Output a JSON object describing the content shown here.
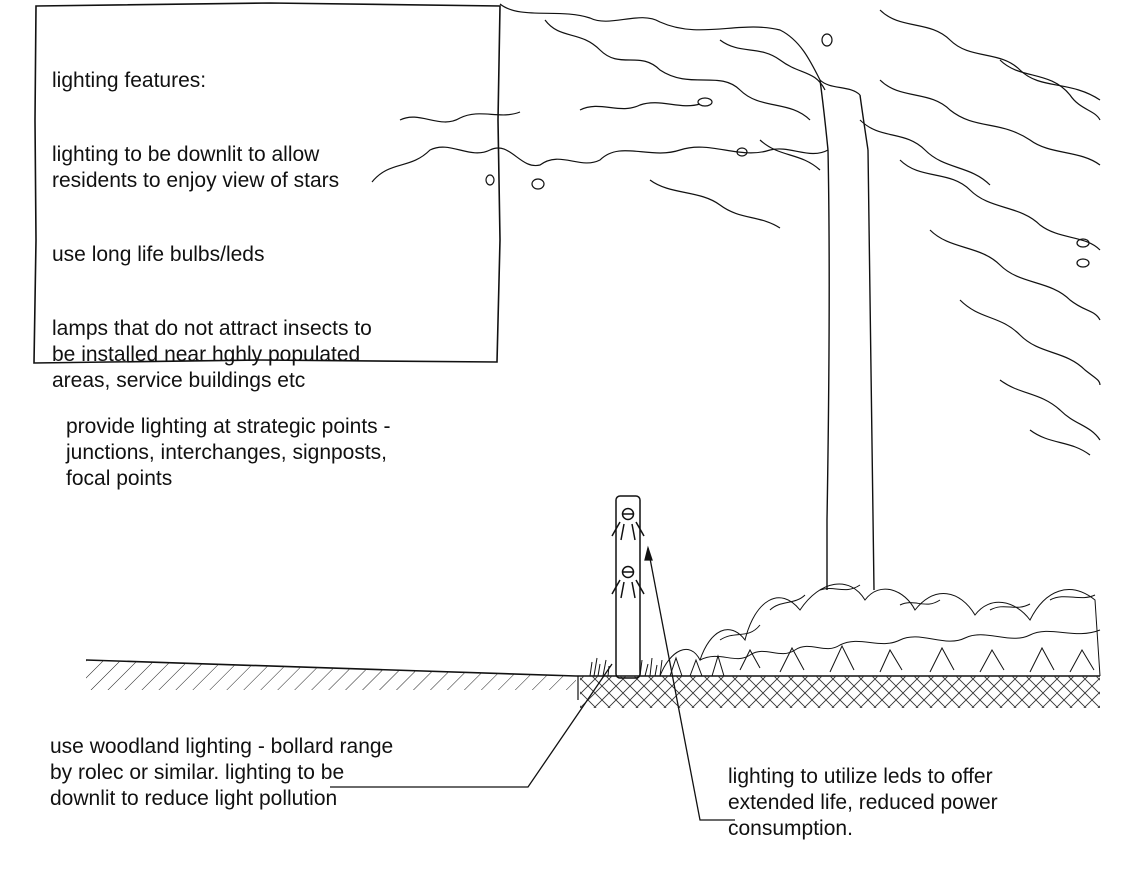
{
  "box": {
    "heading": "lighting features:",
    "point1": "lighting to be downlit to allow\nresidents to enjoy view of stars",
    "point2": "use long life bulbs/leds",
    "point3": "lamps that do not attract insects to\nbe installed near hghly populated\nareas, service buildings etc"
  },
  "strategic_note": "provide lighting at strategic points -\njunctions, interchanges, signposts,\nfocal points",
  "bollard_note": "use woodland lighting - bollard range\nby rolec or similar. lighting to be\ndownlit to reduce light pollution",
  "led_note": "lighting to utilize leds to offer\nextended life, reduced power\nconsumption."
}
